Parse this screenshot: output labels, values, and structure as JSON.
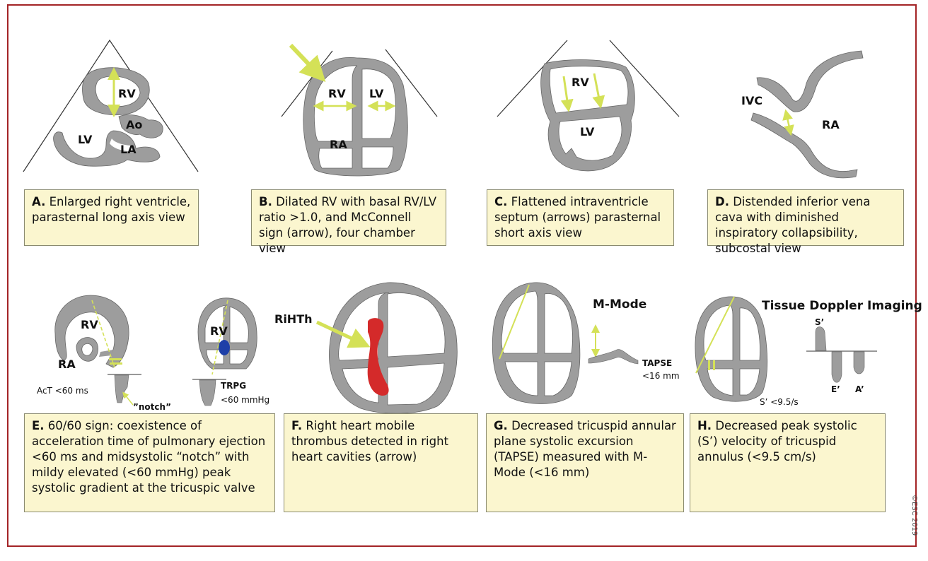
{
  "panels": {
    "A": {
      "letter": "A.",
      "caption": "Enlarged right ventricle, parasternal long axis view",
      "labels": {
        "rv": "RV",
        "lv": "LV",
        "ao": "Ao",
        "la": "LA"
      }
    },
    "B": {
      "letter": "B.",
      "caption": "Dilated RV with basal RV/LV ratio >1.0, and McConnell sign (arrow), four chamber view",
      "labels": {
        "rv": "RV",
        "lv": "LV",
        "ra": "RA"
      }
    },
    "C": {
      "letter": "C.",
      "caption": "Flattened intraventricle septum (arrows) parasternal short axis view",
      "labels": {
        "rv": "RV",
        "lv": "LV"
      }
    },
    "D": {
      "letter": "D.",
      "caption": "Distended inferior vena cava with diminished inspiratory collapsibility, subcostal view",
      "labels": {
        "ivc": "IVC",
        "ra": "RA"
      }
    },
    "E": {
      "letter": "E.",
      "caption": "60/60 sign: coexistence of acceleration time of pulmonary ejection <60 ms and midsystolic “notch” with mildy elevated (<60 mmHg) peak systolic gradient at the tricuspic valve",
      "labels": {
        "rv1": "RV",
        "ra": "RA",
        "act": "AcT <60 ms",
        "notch": "”notch”",
        "rv2": "RV",
        "trpg": "TRPG",
        "trpg_val": "<60 mmHg"
      }
    },
    "F": {
      "letter": "F.",
      "caption": "Right heart mobile thrombus detected in right heart cavities (arrow)",
      "labels": {
        "rihth": "RiHTh"
      }
    },
    "G": {
      "letter": "G.",
      "caption": "Decreased tricuspid annular plane systolic excursion (TAPSE) measured with M-Mode (<16 mm)",
      "labels": {
        "mmode": "M-Mode",
        "tapse": "TAPSE",
        "tapse_val": "<16 mm"
      }
    },
    "H": {
      "letter": "H.",
      "caption": "Decreased peak systolic (S’) velocity of tricuspid annulus (<9.5 cm/s)",
      "labels": {
        "tdi": "Tissue Doppler Imaging",
        "s": "S’",
        "e": "E’",
        "a": "A’",
        "sval": "S’ <9.5/s"
      }
    }
  },
  "copyright": "©ESC 2019",
  "colors": {
    "border": "#a32326",
    "tissue": "#9d9d9d",
    "arrow": "#d4e157",
    "caption_bg": "#fbf6cf",
    "thrombus": "#d42a2a",
    "clot_blue": "#1e3fa8"
  }
}
